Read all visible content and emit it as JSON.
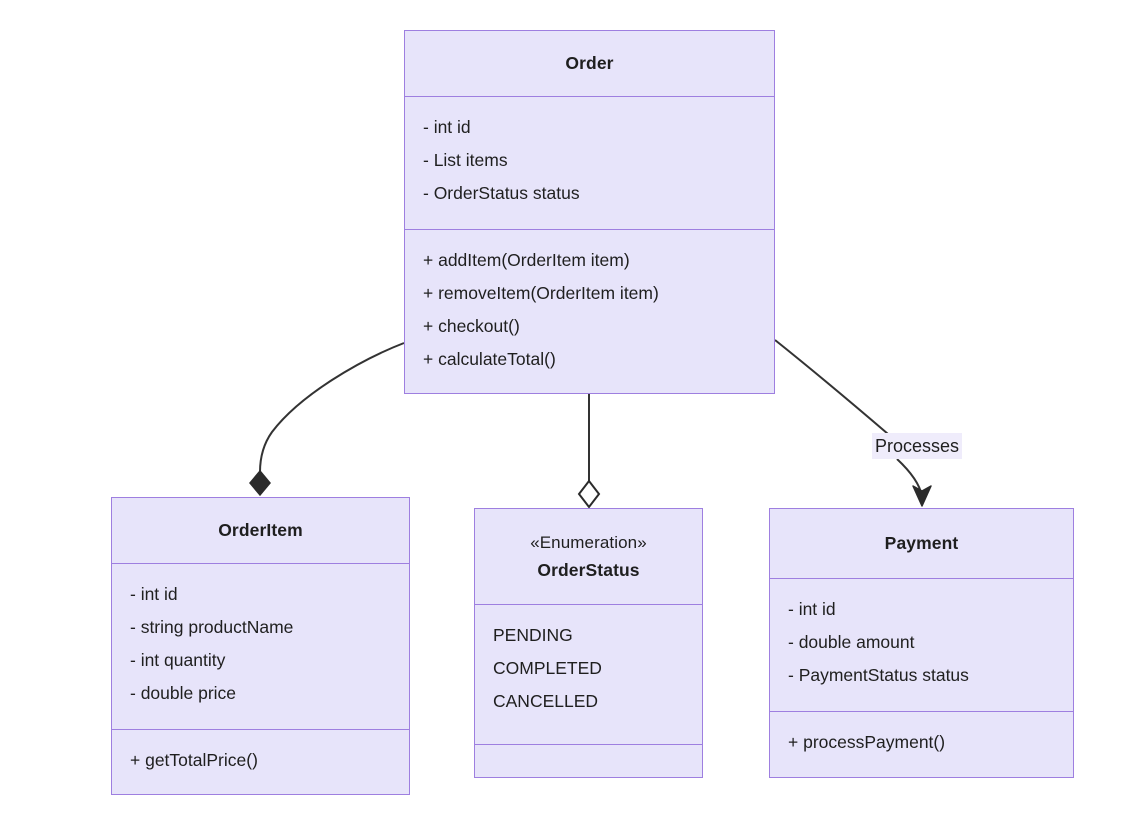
{
  "diagram": {
    "title": "Order Management UML Class Diagram",
    "type": "uml-class-diagram",
    "background_color": "#ffffff",
    "class_fill_color": "#e7e4fa",
    "class_border_color": "#9e7fe0",
    "edge_color": "#333333",
    "label_background_color": "#efecfb"
  },
  "classes": {
    "order": {
      "name": "Order",
      "stereotype": "",
      "attributes": [
        "- int id",
        "- List items",
        "- OrderStatus status"
      ],
      "operations": [
        "+ addItem(OrderItem item)",
        "+ removeItem(OrderItem item)",
        "+ checkout()",
        "+ calculateTotal()"
      ]
    },
    "orderitem": {
      "name": "OrderItem",
      "stereotype": "",
      "attributes": [
        "- int id",
        "- string productName",
        "- int quantity",
        "- double price"
      ],
      "operations": [
        "+ getTotalPrice()"
      ]
    },
    "orderstatus": {
      "name": "OrderStatus",
      "stereotype": "«Enumeration»",
      "values": [
        "PENDING",
        "COMPLETED",
        "CANCELLED"
      ],
      "operations": []
    },
    "payment": {
      "name": "Payment",
      "stereotype": "",
      "attributes": [
        "- int id",
        "- double amount",
        "- PaymentStatus status"
      ],
      "operations": [
        "+ processPayment()"
      ]
    }
  },
  "edges": [
    {
      "id": "order-orderitem",
      "from": "Order",
      "to": "OrderItem",
      "label": "",
      "marker": "filled-diamond",
      "relationship": "composition"
    },
    {
      "id": "order-orderstatus",
      "from": "Order",
      "to": "OrderStatus",
      "label": "",
      "marker": "hollow-diamond",
      "relationship": "aggregation"
    },
    {
      "id": "order-payment",
      "from": "Order",
      "to": "Payment",
      "label": "Processes",
      "marker": "arrow",
      "relationship": "association"
    }
  ]
}
